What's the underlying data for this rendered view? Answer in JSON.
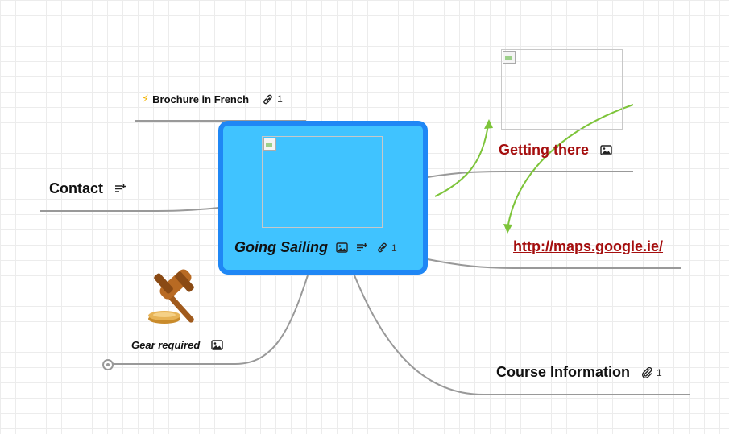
{
  "central": {
    "title": "Going Sailing",
    "link_count": "1",
    "icons": [
      "image-icon",
      "note-icon",
      "link-icon"
    ]
  },
  "topics": {
    "brochure": {
      "label": "Brochure in French",
      "prefix_icon": "lightning-icon",
      "link_count": "1"
    },
    "contact": {
      "label": "Contact",
      "icon": "note-icon"
    },
    "getting_there": {
      "label": "Getting there",
      "icon": "image-icon",
      "color": "#a50e0e"
    },
    "maps_link": {
      "label": "http://maps.google.ie/",
      "color": "#a50e0e"
    },
    "gear": {
      "label": "Gear required",
      "icon": "image-icon",
      "image": "gavel-icon"
    },
    "course": {
      "label": "Course Information",
      "link_count": "1",
      "icon": "attachment-icon"
    }
  },
  "colors": {
    "central_fill": "#40c3ff",
    "central_border": "#1f87f5",
    "connector": "#999999",
    "relation_arrow": "#7dc43a",
    "link_text": "#a50e0e"
  }
}
